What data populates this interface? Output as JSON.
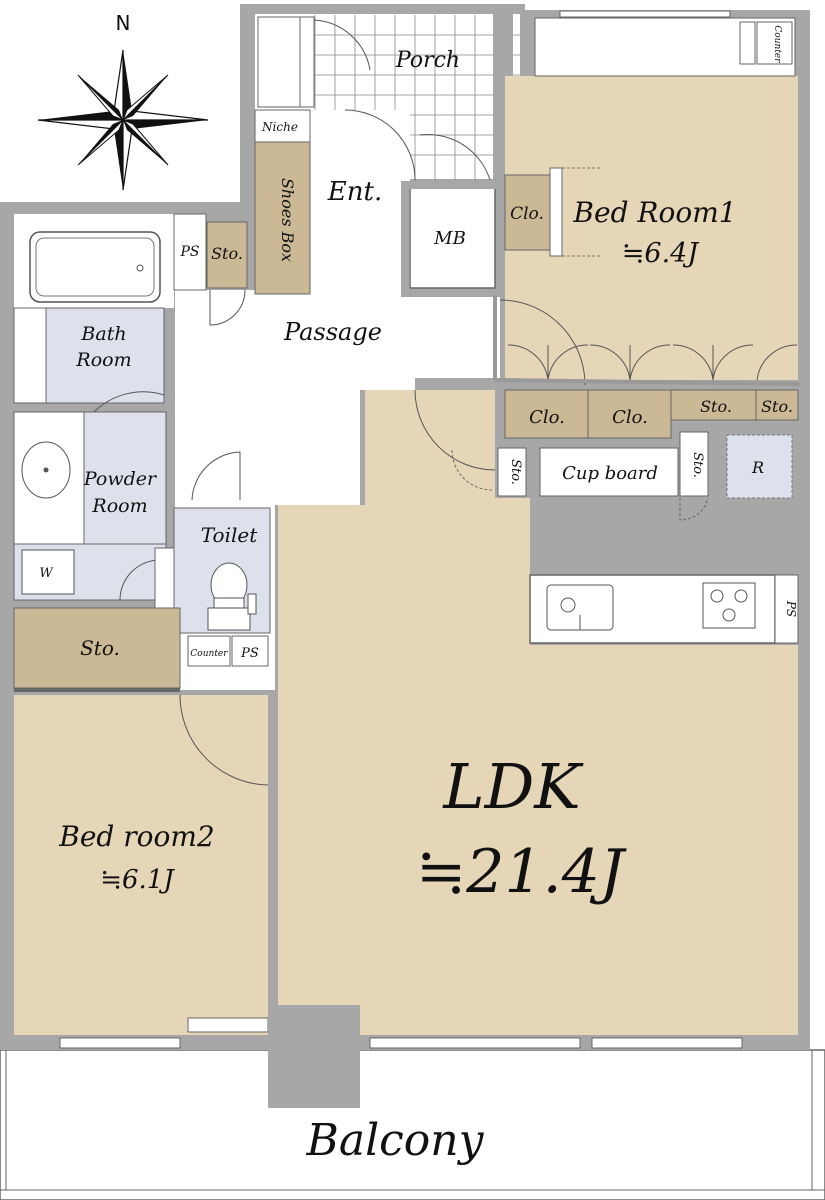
{
  "compass": {
    "north_label": "N"
  },
  "rooms": {
    "porch": "Porch",
    "niche": "Niche",
    "shoes_box": "Shoes Box",
    "entrance": "Ent.",
    "mb": "MB",
    "passage": "Passage",
    "ps_top": "PS",
    "sto_bath": "Sto.",
    "bath_line1": "Bath",
    "bath_line2": "Room",
    "powder_line1": "Powder",
    "powder_line2": "Room",
    "washer": "W",
    "toilet": "Toilet",
    "counter_toilet": "Counter",
    "ps_toilet": "PS",
    "sto_left": "Sto.",
    "bed1_name": "Bed Room1",
    "bed1_size": "≒6.4J",
    "bed1_clo": "Clo.",
    "clo_a": "Clo.",
    "clo_b": "Clo.",
    "sto_c": "Sto.",
    "sto_d": "Sto.",
    "sto_e": "Sto.",
    "sto_f": "Sto.",
    "cupboard": "Cup board",
    "fridge": "R",
    "ps_kitchen": "PS",
    "counter_top": "Counter",
    "ldk_name": "LDK",
    "ldk_size": "≒21.4J",
    "bed2_name": "Bed room2",
    "bed2_size": "≒6.1J",
    "balcony": "Balcony"
  },
  "colors": {
    "wall": "#a7a7a7",
    "floor_wood": "#e6d6b8",
    "storage": "#cbb895",
    "wet_area": "#dde1ec",
    "white_floor": "#ffffff",
    "line": "#555555"
  }
}
